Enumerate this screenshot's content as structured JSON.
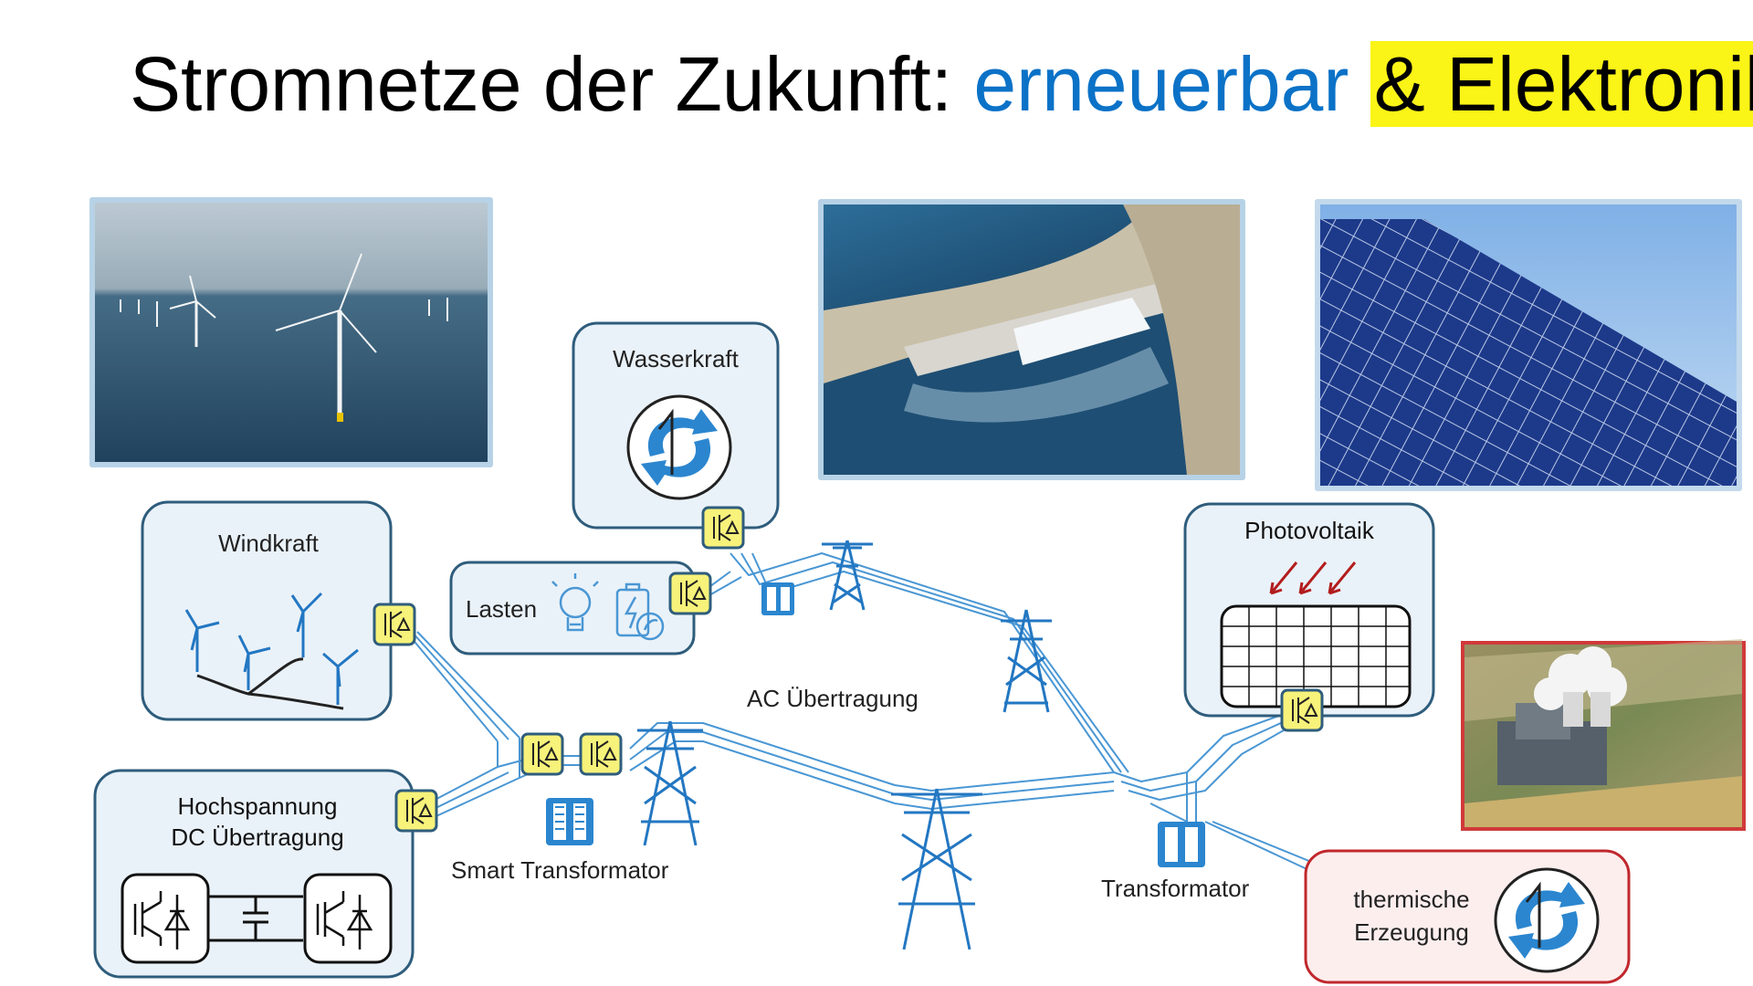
{
  "title": {
    "part1": "Stromnetze der Zukunft:",
    "part2": "erneuerbar",
    "part3": "& Elektronik"
  },
  "labels": {
    "wasserkraft": "Wasserkraft",
    "windkraft": "Windkraft",
    "lasten": "Lasten",
    "photovoltaik": "Photovoltaik",
    "hvdc_line1": "Hochspannung",
    "hvdc_line2": "DC Übertragung",
    "ac": "AC Übertragung",
    "smart_transformer": "Smart Transformator",
    "transformer": "Transformator",
    "thermal_line1": "thermische",
    "thermal_line2": "Erzeugung"
  },
  "colors": {
    "accent_blue": "#0b72c7",
    "highlight_yellow": "#fbf417",
    "box_fill": "#eaf2f9",
    "box_stroke": "#2f5d7c",
    "thermal_stroke": "#c0282d",
    "thermal_fill": "#fdeeee",
    "line_blue": "#4a97d4",
    "converter_fill": "#f7f27a"
  },
  "icons": [
    "wind-turbine-icon",
    "generator-icon",
    "light-bulb-icon",
    "battery-icon",
    "solar-panel-icon",
    "sun-ray-icon",
    "converter-icon",
    "transformer-icon",
    "transmission-tower-icon",
    "igbt-converter-icon",
    "capacitor-icon"
  ]
}
